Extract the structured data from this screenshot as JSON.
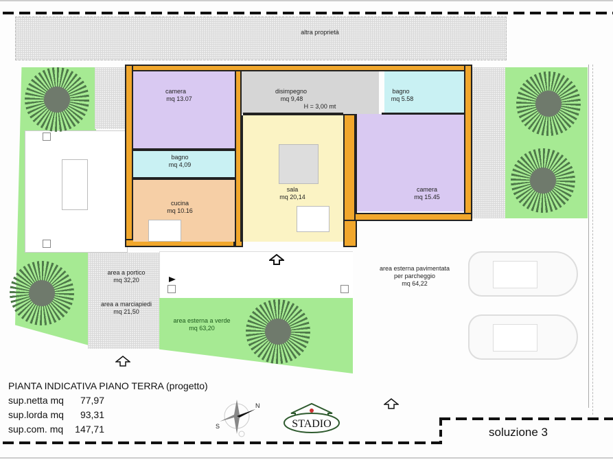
{
  "plan": {
    "title": "PIANTA  INDICATIVA PIANO TERRA (progetto)",
    "neighbor_label": "altra proprietà",
    "solution_label": "soluzione 3",
    "logo_text": "STADIO",
    "compass": {
      "north": "N",
      "south": "S"
    },
    "summary": [
      {
        "label": "sup.netta mq",
        "value": "77,97"
      },
      {
        "label": "sup.lorda mq",
        "value": "93,31"
      },
      {
        "label": "sup.com. mq",
        "value": "147,71"
      }
    ],
    "rooms": [
      {
        "name": "camera",
        "area": "mq 13.07"
      },
      {
        "name": "disimpegno",
        "area": "mq 9,48",
        "note": "H = 3,00 mt"
      },
      {
        "name": "bagno",
        "area": "mq 5.58"
      },
      {
        "name": "bagno",
        "area": "mq 4,09"
      },
      {
        "name": "cucina",
        "area": "mq 10.16"
      },
      {
        "name": "sala",
        "area": "mq 20,14"
      },
      {
        "name": "camera",
        "area": "mq 15.45"
      }
    ],
    "outdoor": [
      {
        "name": "area a portico",
        "area": "mq 32,20"
      },
      {
        "name": "area a marciapiedi",
        "area": "mq 21,50"
      },
      {
        "name": "area esterna a verde",
        "area": "mq 63,20"
      },
      {
        "name": "area esterna pavimentata",
        "name2": "per parcheggio",
        "area": "mq 64,22"
      }
    ],
    "colors": {
      "wall": "#f1a72c",
      "camera": "#d9c9f2",
      "disimpegno": "#d6d6d6",
      "bagno": "#c9f1f3",
      "cucina": "#f6cfa6",
      "sala": "#fbf3c4",
      "lawn": "#a6ea93"
    }
  }
}
